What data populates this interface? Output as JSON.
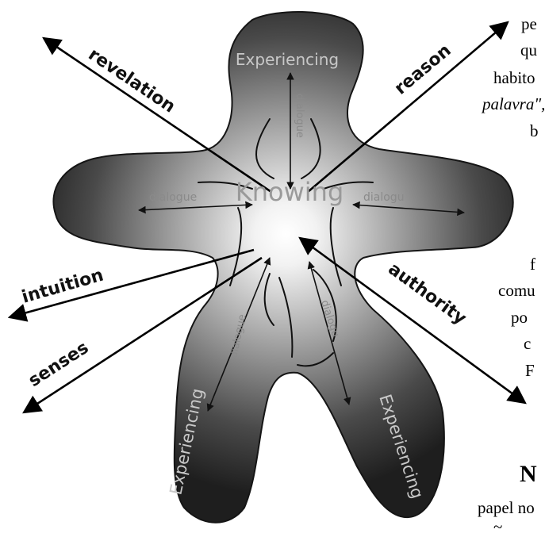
{
  "diagram": {
    "center_label": "Knowing",
    "top_label": "Experiencing",
    "bottom_left_label": "Experiencing",
    "bottom_right_label": "Experiencing",
    "dialogue_labels": [
      "dialogue",
      "dialogue",
      "dialogu",
      "dialogue",
      "dialogu"
    ],
    "arrow_labels": {
      "revelation": "revelation",
      "reason": "reason",
      "intuition": "intuition",
      "senses": "senses",
      "authority": "authority"
    }
  },
  "page_text": {
    "lines": [
      "pe",
      "qu",
      "habito",
      "palavra\",",
      "b",
      "f",
      "comu",
      "po",
      "c",
      "F"
    ],
    "heading": "N",
    "bottom_line": "papel no",
    "cut_line": "~"
  }
}
